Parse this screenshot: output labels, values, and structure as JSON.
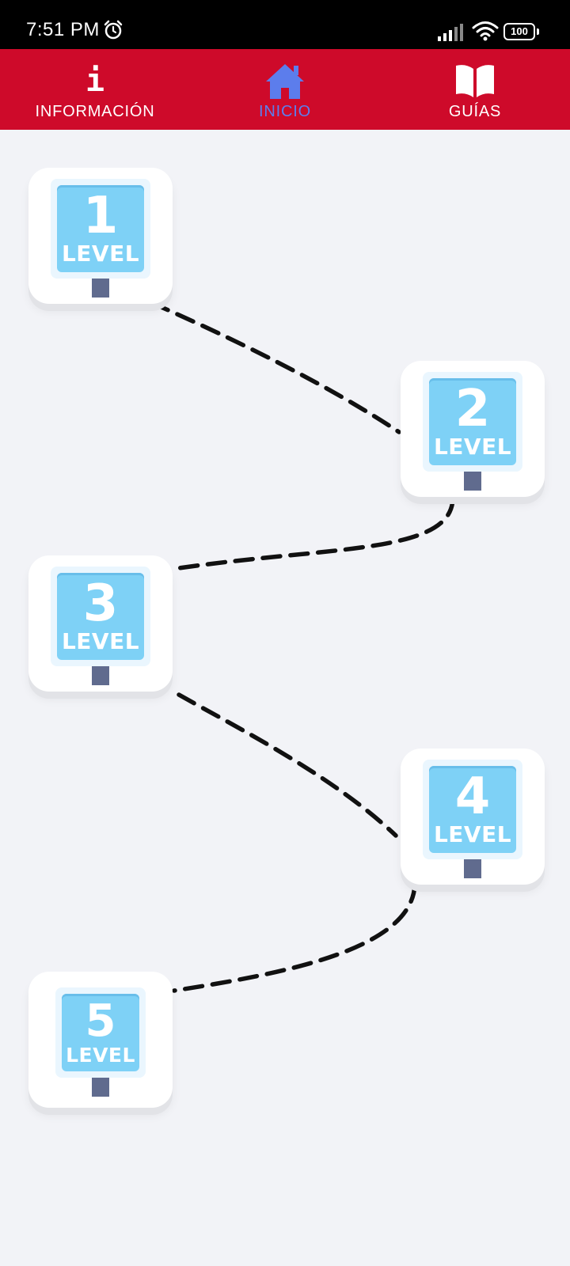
{
  "status_bar": {
    "time": "7:51 PM",
    "battery": "100",
    "icons": [
      "alarm-icon",
      "signal-icon",
      "wifi-icon",
      "battery-icon"
    ]
  },
  "nav": {
    "active": "home",
    "items": [
      {
        "id": "info",
        "label": "INFORMACIÓN",
        "icon": "info-icon"
      },
      {
        "id": "home",
        "label": "INICIO",
        "icon": "home-icon"
      },
      {
        "id": "guides",
        "label": "GUÍAS",
        "icon": "open-book-icon"
      }
    ]
  },
  "colors": {
    "nav_background": "#CE0A2A",
    "active_accent": "#5C7DEC",
    "page_background": "#F2F3F7",
    "sign_face": "#7ED1F6",
    "sign_post": "#606B8E"
  },
  "levels": [
    {
      "number": "1",
      "word": "LEVEL"
    },
    {
      "number": "2",
      "word": "LEVEL"
    },
    {
      "number": "3",
      "word": "LEVEL"
    },
    {
      "number": "4",
      "word": "LEVEL"
    },
    {
      "number": "5",
      "word": "LEVEL"
    }
  ]
}
